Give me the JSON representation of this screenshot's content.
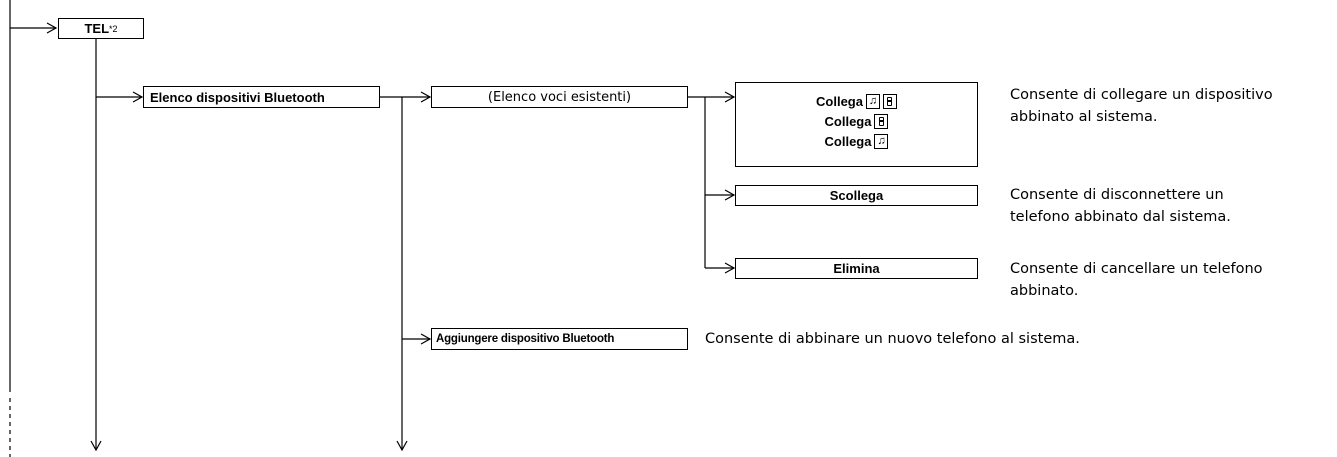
{
  "root": {
    "label": "TEL",
    "note": "*2"
  },
  "items": {
    "device_list": "Elenco dispositivi Bluetooth",
    "existing_entries": "(Elenco voci esistenti)",
    "add_device": "Aggiungere dispositivo Bluetooth"
  },
  "actions": {
    "connect": [
      "Collega",
      "Collega",
      "Collega"
    ],
    "disconnect": "Scollega",
    "delete": "Elimina"
  },
  "descriptions": {
    "connect": [
      "Consente di collegare un dispositivo",
      "abbinato al sistema."
    ],
    "disconnect": [
      "Consente di disconnettere un",
      "telefono abbinato dal sistema."
    ],
    "delete": [
      "Consente di cancellare un telefono",
      "abbinato."
    ],
    "add_device": "Consente di abbinare un nuovo telefono al sistema."
  },
  "icons": {
    "audio": "music-note-icon",
    "phone": "phone-icon"
  }
}
